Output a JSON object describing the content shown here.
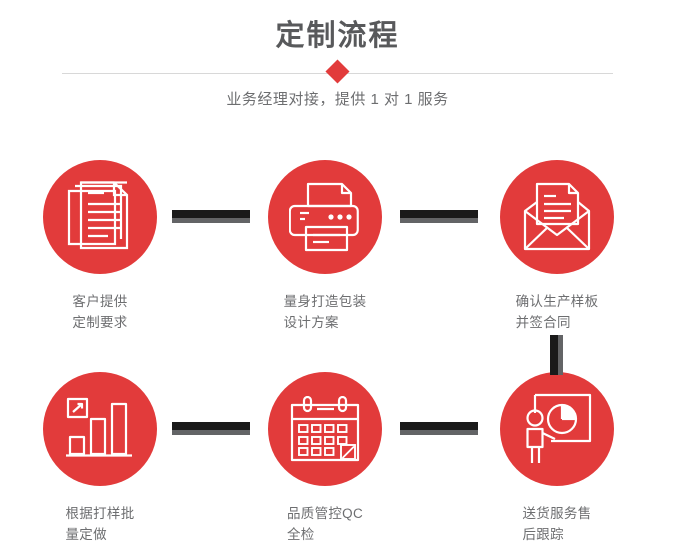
{
  "header": {
    "title": "定制流程",
    "subtitle": "业务经理对接，提供 1 对 1 服务",
    "divider_icon": "diamond-marker",
    "title_color": "#58595b",
    "accent_color": "#e23b3b",
    "divider_color": "#d8d8d8"
  },
  "theme": {
    "background": "#ffffff",
    "circle_fill": "#e23b3b",
    "icon_stroke": "#ffffff",
    "label_color": "#6d6e70",
    "connector_color": "#1a1a1a",
    "connector_shadow": "#636466"
  },
  "flow": {
    "steps": [
      {
        "index": 1,
        "icon": "documents-stack-icon",
        "label_line1": "客户提供",
        "label_line2": "定制要求",
        "label": "客户提供\n定制要求"
      },
      {
        "index": 2,
        "icon": "printer-icon",
        "label_line1": "量身打造包装",
        "label_line2": "设计方案",
        "label": "量身打造包装\n设计方案"
      },
      {
        "index": 3,
        "icon": "envelope-letter-icon",
        "label_line1": "确认生产样板",
        "label_line2": "并签合同",
        "label": "确认生产样板\n并签合同"
      },
      {
        "index": 4,
        "icon": "bar-chart-growth-icon",
        "label_line1": "根据打样批",
        "label_line2": "量定做",
        "label": "根据打样批\n量定做"
      },
      {
        "index": 5,
        "icon": "calendar-check-icon",
        "label_line1": "品质管控QC",
        "label_line2": "全检",
        "label": "品质管控QC\n全检"
      },
      {
        "index": 6,
        "icon": "presentation-person-piechart-icon",
        "label_line1": "送货服务售",
        "label_line2": "后跟踪",
        "label": "送货服务售\n后跟踪"
      }
    ],
    "connectors": [
      {
        "from": 1,
        "to": 2,
        "orientation": "horizontal"
      },
      {
        "from": 2,
        "to": 3,
        "orientation": "horizontal"
      },
      {
        "from": 3,
        "to": 6,
        "orientation": "vertical"
      },
      {
        "from": 4,
        "to": 5,
        "orientation": "horizontal"
      },
      {
        "from": 5,
        "to": 6,
        "orientation": "horizontal"
      }
    ]
  }
}
